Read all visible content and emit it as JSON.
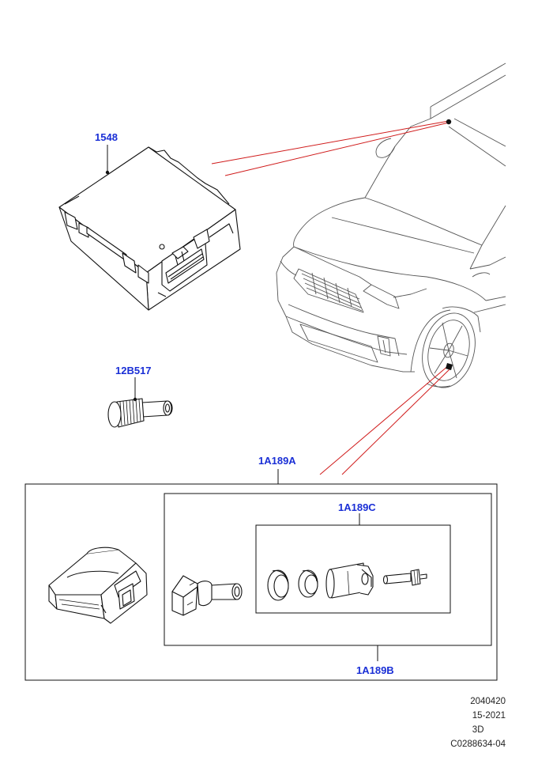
{
  "callouts": {
    "module": "1548",
    "valve_stem": "12B517",
    "sensor_kit": "1A189A",
    "valve_kit": "1A189B",
    "seal_kit": "1A189C"
  },
  "metadata": {
    "line1": "2040420",
    "line2": "15-2021",
    "line3": "3D",
    "line4": "C0288634-04"
  },
  "colors": {
    "callout": "#1a2fd6",
    "leader": "#d01c1c",
    "stroke": "#111111",
    "vehicle_stroke": "#555555"
  }
}
